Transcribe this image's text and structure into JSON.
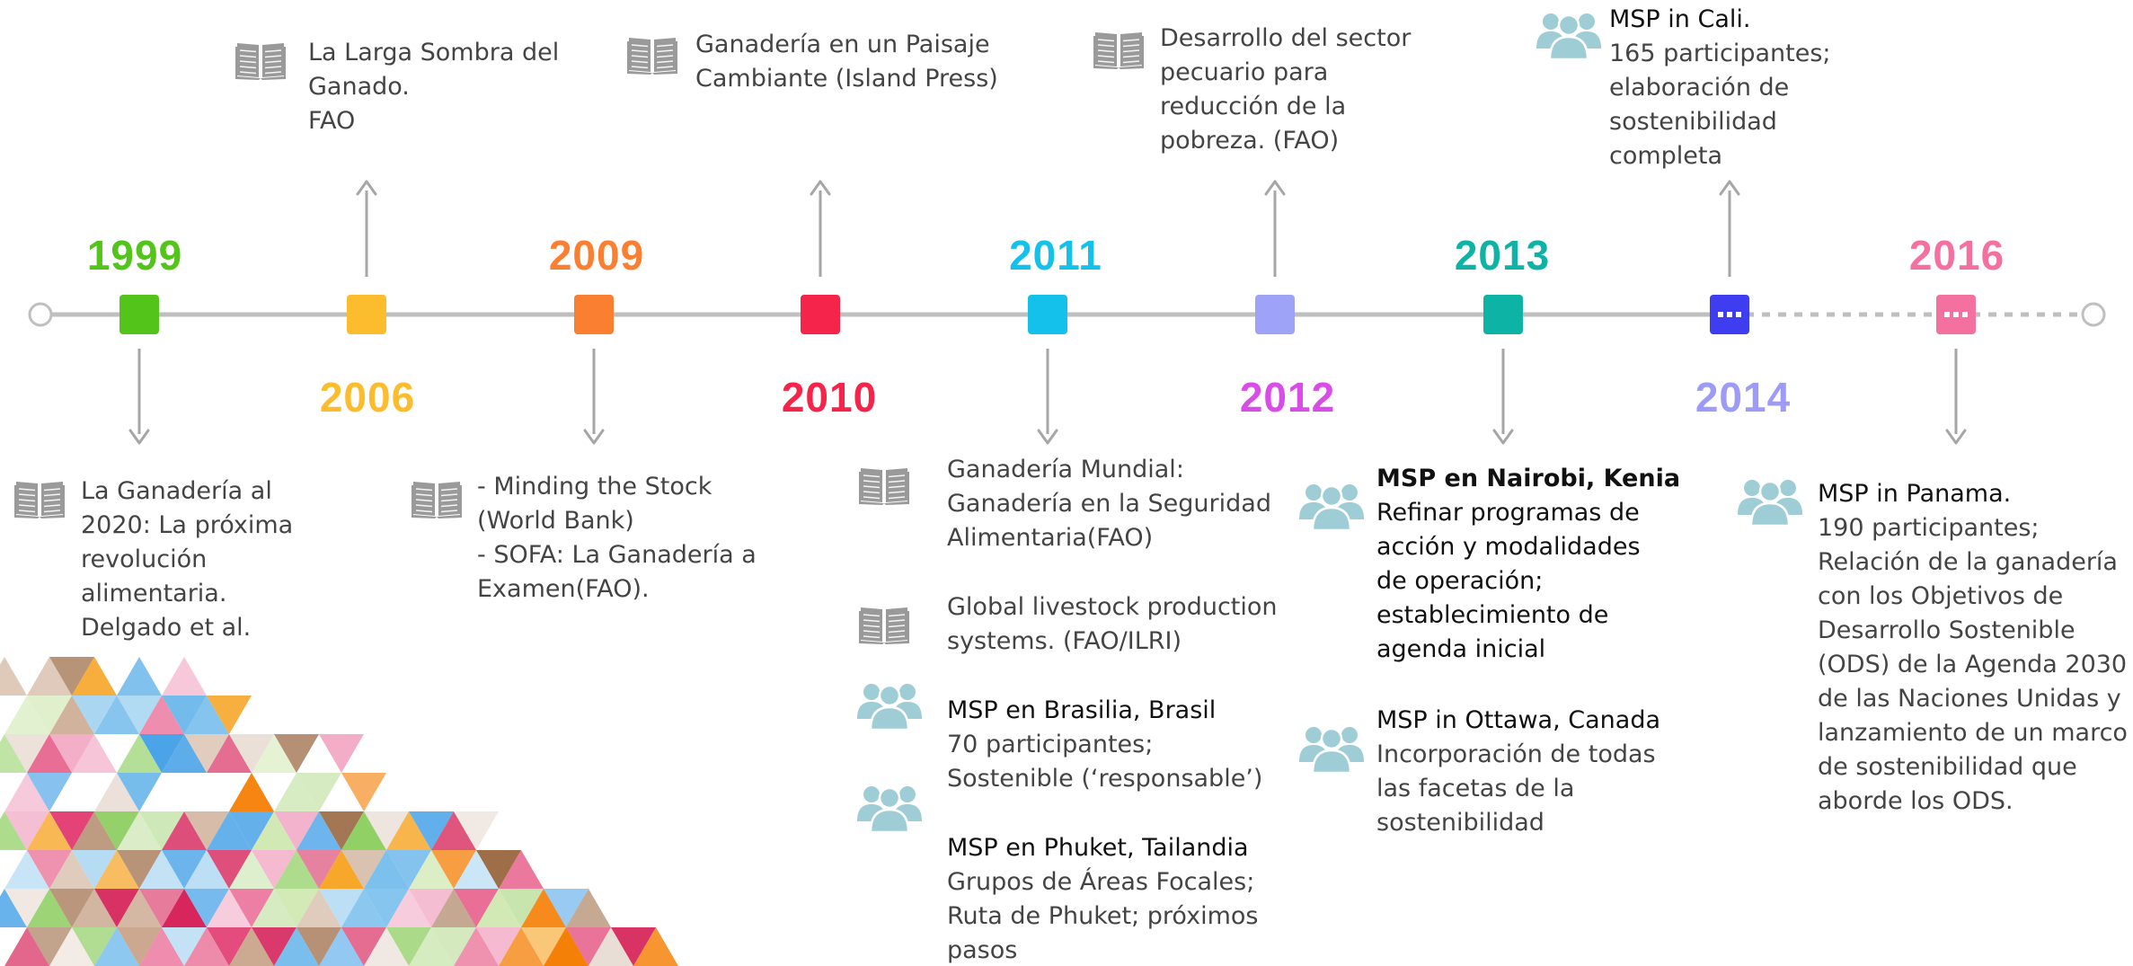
{
  "timeline": {
    "colors": {
      "axis": "#bfbfbf",
      "arrow": "#a6a6a6",
      "book_icon": "#9a9a9a",
      "people_icon": "#9fcdd6"
    },
    "milestones": [
      {
        "year": "1999",
        "color": "#52c41a"
      },
      {
        "year": "2006",
        "color": "#fbbd2e"
      },
      {
        "year": "2009",
        "color": "#fb7f31"
      },
      {
        "year": "2010",
        "color": "#f5244a"
      },
      {
        "year": "2011",
        "color": "#14c1ea"
      },
      {
        "year": "2012",
        "color": "#d94ce8"
      },
      {
        "year": "2013",
        "color": "#0db3a5"
      },
      {
        "year": "2014",
        "color": "#9c9cf8"
      },
      {
        "year": "2016",
        "color": "#f4709e"
      }
    ],
    "markers": [
      {
        "color": "#52c41a"
      },
      {
        "color": "#fbbd2e"
      },
      {
        "color": "#fb7f31"
      },
      {
        "color": "#f5244a"
      },
      {
        "color": "#14c1ea"
      },
      {
        "color": "#9ea3f8"
      },
      {
        "color": "#0db3a5"
      },
      {
        "color": "#3e3ef0"
      },
      {
        "color": "#f4709e"
      }
    ]
  },
  "entries": {
    "e1999": {
      "icon": "book-icon",
      "lines": [
        "La Ganadería al",
        "2020: La próxima",
        "revolución",
        "alimentaria.",
        "Delgado et al."
      ]
    },
    "e2006": {
      "icon": "book-icon",
      "lines": [
        "La Larga Sombra del",
        "Ganado.",
        "FAO"
      ]
    },
    "e2009": {
      "icon": "book-icon",
      "lines": [
        "- Minding the Stock",
        "(World Bank)",
        "- SOFA: La Ganadería a",
        "Examen(FAO)."
      ]
    },
    "e2010": {
      "icon": "book-icon",
      "lines": [
        "Ganadería en un Paisaje",
        "Cambiante (Island Press)"
      ]
    },
    "e2011a": {
      "icon": "book-icon",
      "lines": [
        "Ganadería Mundial:",
        "Ganadería en la Seguridad",
        "Alimentaria(FAO)"
      ]
    },
    "e2011b": {
      "icon": "book-icon",
      "lines": [
        "Global livestock production",
        "systems. (FAO/ILRI)"
      ]
    },
    "e2011c": {
      "icon": "people-icon",
      "title": "MSP en Brasilia, Brasil",
      "lines": [
        "70 participantes;",
        "Sostenible (‘responsable’)"
      ]
    },
    "e2011d": {
      "icon": "people-icon",
      "title": "MSP en Phuket, Tailandia",
      "lines": [
        "Grupos de Áreas Focales;",
        "Ruta de Phuket; próximos",
        "pasos"
      ]
    },
    "e2012": {
      "icon": "book-icon",
      "lines": [
        "Desarrollo del sector",
        "pecuario para",
        "reducción de la",
        "pobreza. (FAO)"
      ]
    },
    "e2013a": {
      "icon": "people-icon",
      "title": "MSP en Nairobi, Kenia",
      "lines": [
        "Refinar programas de",
        "acción y modalidades",
        "de operación;",
        "establecimiento de",
        "agenda inicial"
      ]
    },
    "e2013b": {
      "icon": "people-icon",
      "title": "MSP in Ottawa, Canada",
      "lines": [
        "Incorporación de todas",
        "las facetas de la",
        "sostenibilidad"
      ]
    },
    "e2014": {
      "icon": "people-icon",
      "title": "MSP in Cali.",
      "lines": [
        "165 participantes;",
        "elaboración de",
        "sostenibilidad",
        "completa"
      ]
    },
    "e2016": {
      "icon": "people-icon",
      "title": "MSP in Panama.",
      "lines": [
        "190 participantes;",
        "Relación de la ganadería",
        "con los Objetivos de",
        "Desarrollo Sostenible",
        "(ODS)  de la Agenda 2030",
        "de las Naciones Unidas y",
        "lanzamiento de un marco",
        "de sostenibilidad que",
        "aborde los ODS."
      ]
    }
  },
  "decoration": {
    "triangle_palette": [
      "#c5e3a8",
      "#8fcf62",
      "#a9d6f2",
      "#6ab7ea",
      "#e23d73",
      "#d51f56",
      "#f2a8c4",
      "#c9a58b",
      "#9c6b45",
      "#e8dcd3",
      "#f6a01a",
      "#f57c00",
      "#4aa3e8",
      "#cfe8b0"
    ]
  }
}
